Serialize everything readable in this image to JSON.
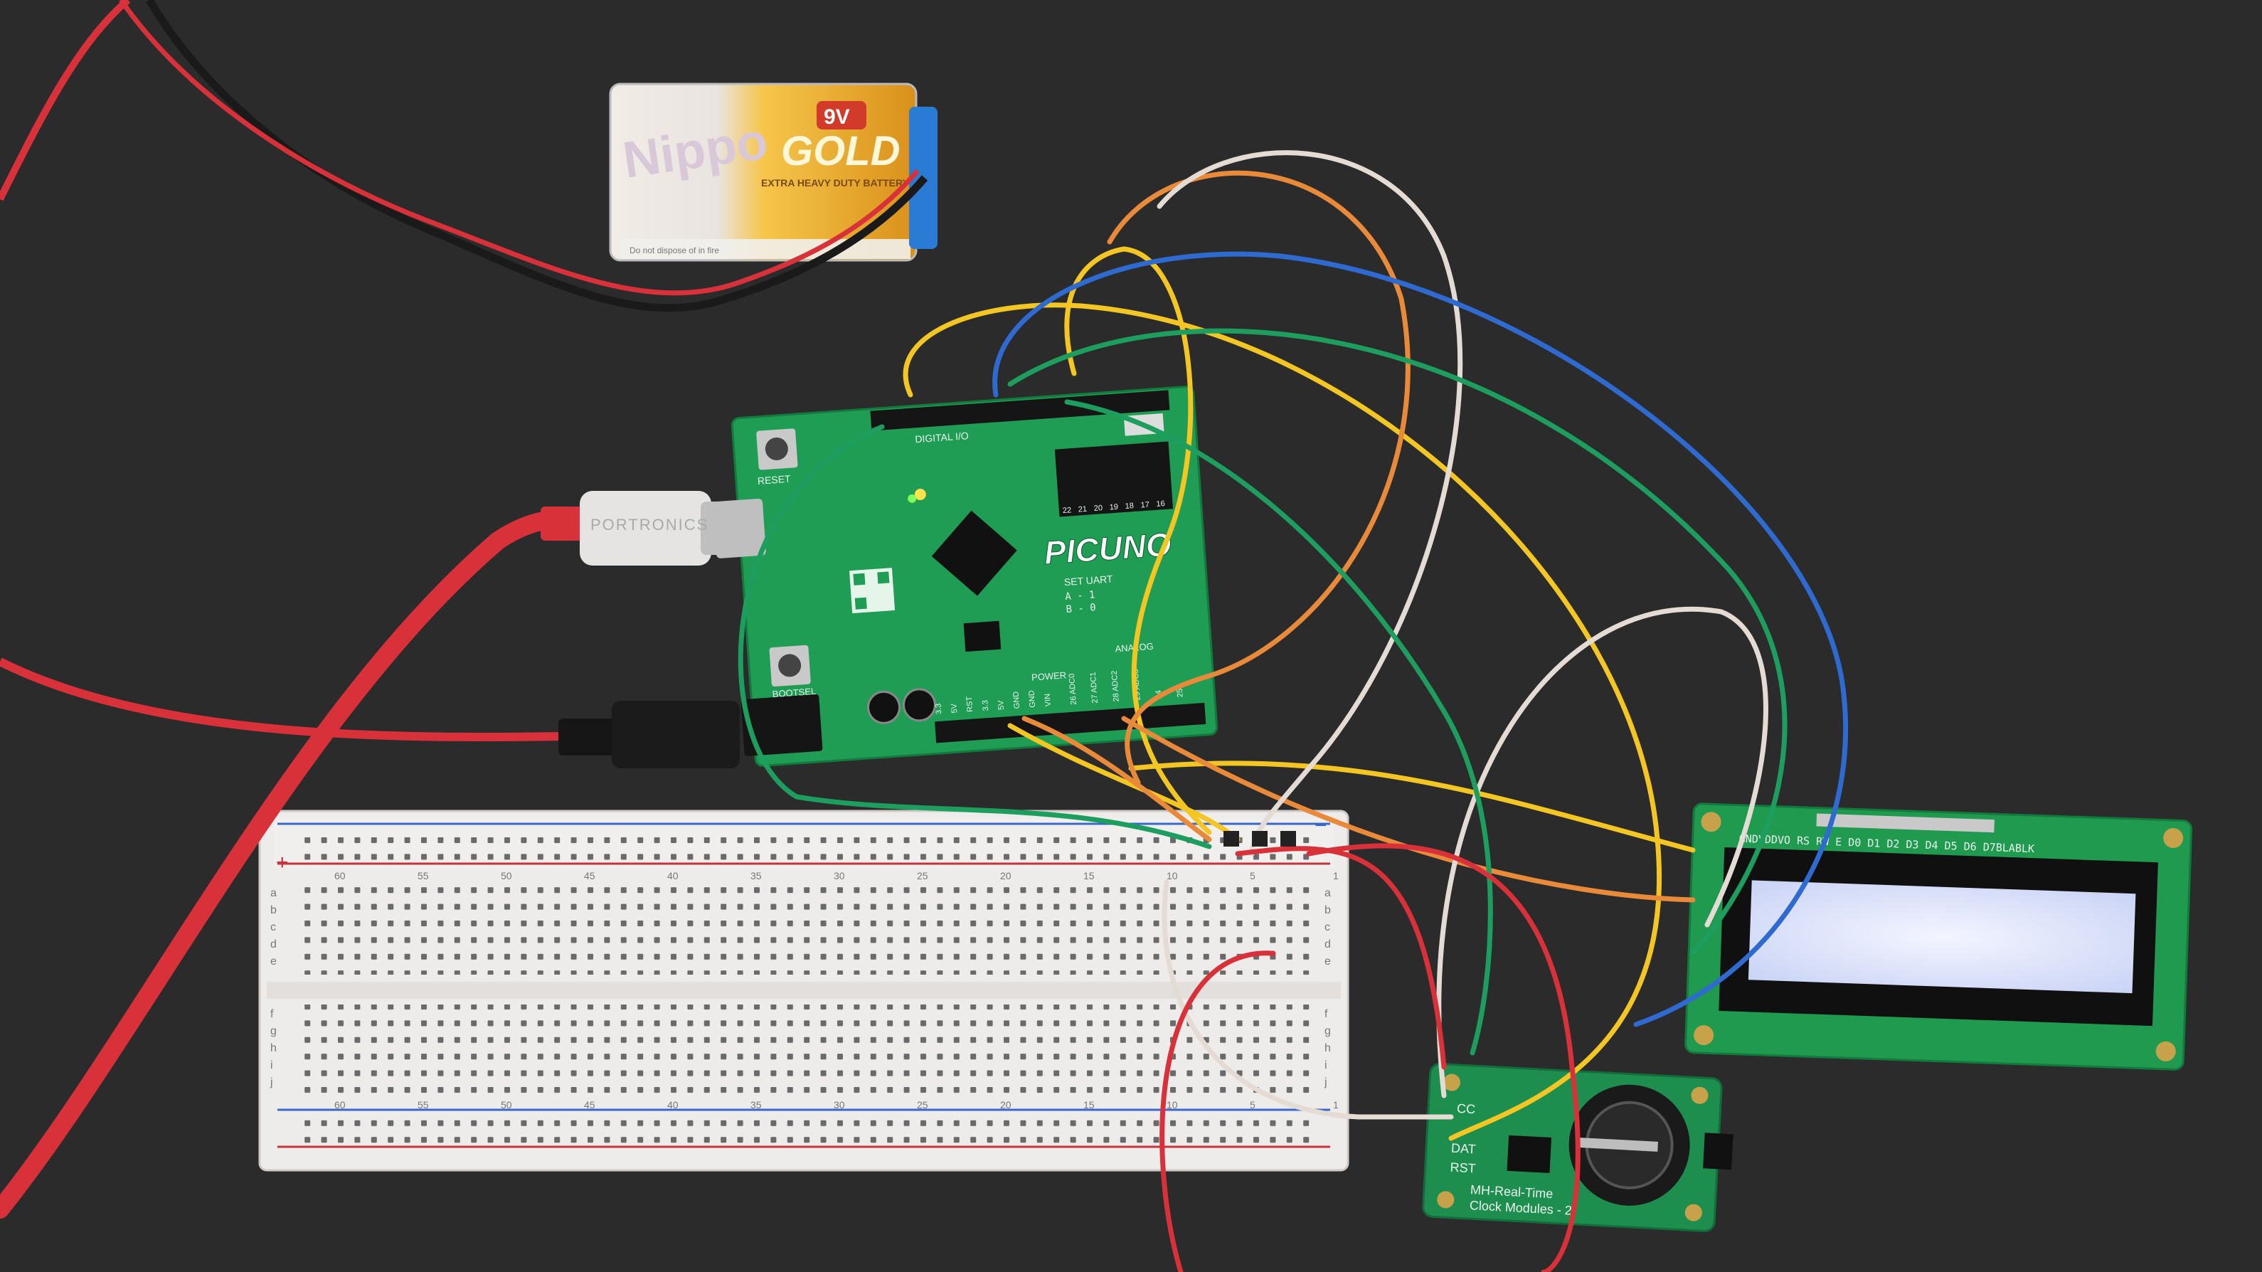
{
  "battery": {
    "brand": "Nippo",
    "voltage": "9V",
    "line": "GOLD",
    "tagline": "EXTRA HEAVY DUTY BATTERY",
    "small_print": "Do not dispose of in fire"
  },
  "usb_cable": {
    "brand": "PORTRONICS"
  },
  "board": {
    "name": "PICUNO",
    "reset_label": "RESET",
    "boot_label": "BOOTSEL",
    "digital_header_label": "DIGITAL I/O",
    "power_header_label": "POWER",
    "analog_header_label": "ANALOG",
    "set_uart_label": "SET UART",
    "uart_rows": [
      "A - 1",
      "B - 0"
    ],
    "power_pins": [
      "3.3",
      "5V",
      "RST",
      "3.3",
      "5V",
      "GND",
      "GND",
      "VIN"
    ],
    "analog_pins": [
      "26 ADC0",
      "27 ADC1",
      "28 ADC2",
      "29 ADC3",
      "24",
      "25"
    ],
    "digital_pins": [
      "22",
      "21",
      "20",
      "19",
      "18",
      "17",
      "16"
    ],
    "led_colors": {
      "power": "#ffe14a",
      "status": "#7fff5a"
    }
  },
  "breadboard": {
    "column_numbers": [
      "60",
      "55",
      "50",
      "45",
      "40",
      "35",
      "30",
      "25",
      "20",
      "15",
      "10",
      "5",
      "1"
    ],
    "row_letters_top": [
      "a",
      "b",
      "c",
      "d",
      "e"
    ],
    "row_letters_bottom": [
      "f",
      "g",
      "h",
      "i",
      "j"
    ],
    "rail_plus": "+",
    "rail_minus": "−"
  },
  "lcd": {
    "pin_labels": "GNDVDDVO RS RW E D0 D1 D2 D3 D4 D5 D6 D7BLABLK",
    "backlight_color": "#e8ecfb"
  },
  "rtc": {
    "title_line1": "MH-Real-Time",
    "title_line2": "Clock Modules - 2",
    "pin_labels": [
      "CC",
      "DAT",
      "RST"
    ]
  },
  "wire_colors": {
    "red": "#d9313a",
    "black": "#1a1a1a",
    "yellow": "#f3c623",
    "orange": "#e98a3b",
    "white": "#e4dcd4",
    "blue": "#2f6ad0",
    "green": "#1e9e5e"
  }
}
